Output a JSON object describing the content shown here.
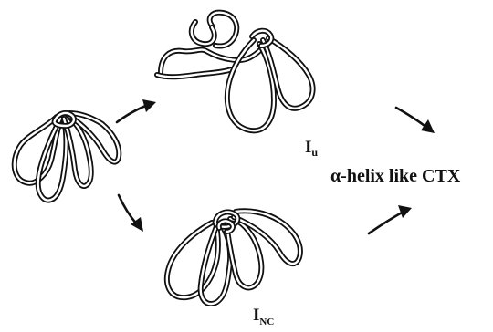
{
  "labels": {
    "unfolded_intermediate": {
      "main": "I",
      "sub": "u"
    },
    "nc_intermediate": {
      "main": "I",
      "sub": "NC"
    },
    "product": "α-helix like CTX"
  },
  "arrows": [
    {
      "from": "native",
      "to": "unfolded_intermediate"
    },
    {
      "from": "native",
      "to": "nc_intermediate"
    },
    {
      "from": "unfolded_intermediate",
      "to": "product"
    },
    {
      "from": "nc_intermediate",
      "to": "product"
    }
  ],
  "colors": {
    "ink": "#111111",
    "paper": "#ffffff"
  }
}
